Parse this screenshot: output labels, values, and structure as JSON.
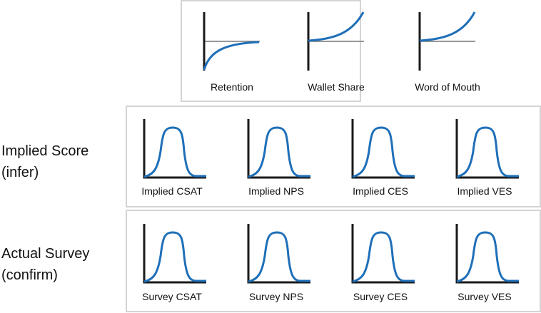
{
  "colors": {
    "curve": "#1f6fb8",
    "axis": "#1a1a1a",
    "hline": "#777777",
    "border": "#d4d4d4"
  },
  "outcomes": [
    {
      "label": "Retention",
      "curve": "retention"
    },
    {
      "label": "Wallet Share",
      "curve": "growth"
    },
    {
      "label": "Word of Mouth",
      "curve": "growth"
    }
  ],
  "rows": [
    {
      "title": "Implied Score",
      "subtitle": "(infer)",
      "items": [
        "Implied CSAT",
        "Implied NPS",
        "Implied CES",
        "Implied VES"
      ]
    },
    {
      "title": "Actual Survey",
      "subtitle": "(confirm)",
      "items": [
        "Survey CSAT",
        "Survey NPS",
        "Survey CES",
        "Survey VES"
      ]
    }
  ]
}
